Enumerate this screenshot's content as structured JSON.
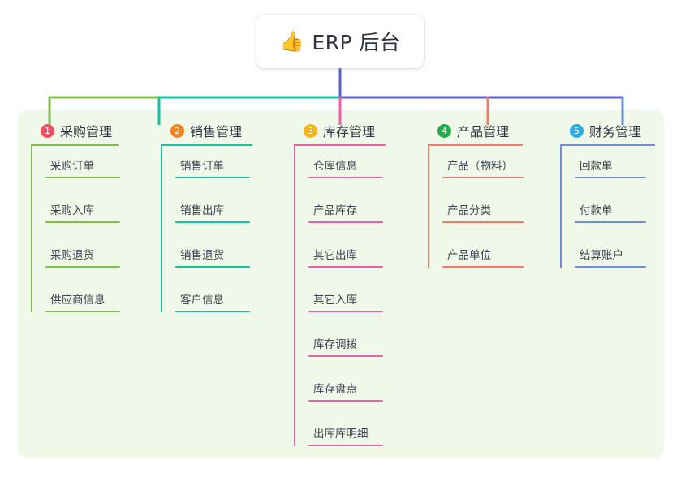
{
  "title": {
    "icon": "thumbs-up-icon",
    "icon_glyph": "👍",
    "text": "ERP 后台"
  },
  "colors": {
    "panel_bg": "#eff8e9",
    "page_bg": "#ffffff",
    "title_text": "#2f3540",
    "trunk": "#5b62c8",
    "branch_1": "#7fc04d",
    "branch_2": "#16c2a3",
    "branch_3": "#ef5fa8",
    "branch_4": "#f4796b",
    "branch_5": "#6f8fdc",
    "badge_1": "#f24f63",
    "badge_2": "#f58220",
    "badge_3": "#f7b518",
    "badge_4": "#22ad4b",
    "badge_5": "#2aabe2"
  },
  "columns": [
    {
      "number": "1",
      "title": "采购管理",
      "badge_color": "#f24f63",
      "line_color": "#7fc04d",
      "items": [
        "采购订单",
        "采购入库",
        "采购退货",
        "供应商信息"
      ]
    },
    {
      "number": "2",
      "title": "销售管理",
      "badge_color": "#f58220",
      "line_color": "#16c2a3",
      "items": [
        "销售订单",
        "销售出库",
        "销售退货",
        "客户信息"
      ]
    },
    {
      "number": "3",
      "title": "库存管理",
      "badge_color": "#f7b518",
      "line_color": "#ef5fa8",
      "items": [
        "仓库信息",
        "产品库存",
        "其它出库",
        "其它入库",
        "库存调拨",
        "库存盘点",
        "出库库明细"
      ]
    },
    {
      "number": "4",
      "title": "产品管理",
      "badge_color": "#22ad4b",
      "line_color": "#f4796b",
      "items": [
        "产品（物料）",
        "产品分类",
        "产品单位"
      ]
    },
    {
      "number": "5",
      "title": "财务管理",
      "badge_color": "#2aabe2",
      "line_color": "#6f8fdc",
      "items": [
        "回款单",
        "付款单",
        "结算账户"
      ]
    }
  ]
}
